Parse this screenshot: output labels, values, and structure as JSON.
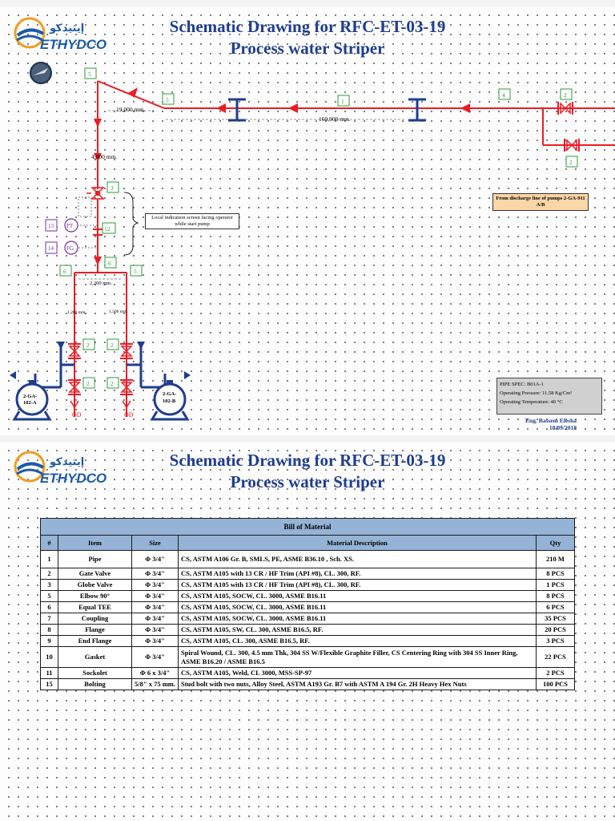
{
  "brand": {
    "name": "ETHYDCO",
    "arabic": "إيثيدكو"
  },
  "sheet1": {
    "title_line1": "Schematic Drawing for RFC-ET-03-19",
    "title_line2": "Process water Striper",
    "dims": {
      "d1": "19,000 mm.",
      "d2": "160,000 mm.",
      "d3": "4,000 mm.",
      "d4": "2,200 mm.",
      "d5": "1,200 mm.",
      "d6": "1,500 mm."
    },
    "tags": {
      "t_top": "5",
      "t_elbow": "5",
      "t_mid": "1",
      "t_right": "4",
      "t_pump_top": "2",
      "t_pump_bot": "2",
      "t_valve": "3",
      "t_coupling": "12",
      "t_tee_left": "6",
      "t_tee_mid": "6",
      "t_tee_right": "5",
      "t_lv_a": "2",
      "t_lv_b": "2",
      "t_lv_c": "2",
      "t_lv_d": "2"
    },
    "instruments": {
      "pt_num": "13",
      "pt_label": "PT",
      "fg_num": "14",
      "fg_label": "FG"
    },
    "pumps": {
      "a": "2-GA-102-A",
      "b": "2-GA-102-B"
    },
    "drains": {
      "a": "OD",
      "b": "OD"
    },
    "note_local": "Local indication screen facing operator while start pump",
    "note_from": "From discharge line of pumps 2-GA-911 A/B",
    "pipe_spec": {
      "spec": "PIPE SPEC: B01A-1",
      "pressure": "Operating Pressure: 11.58 Kg/Cm²",
      "temperature": "Operating Temperature: 40 °C"
    },
    "signature": {
      "name": "Eng. Bassem Elesha",
      "date": "18/09/2018"
    }
  },
  "sheet2": {
    "title_line1": "Schematic Drawing for RFC-ET-03-19",
    "title_line2": "Process water Striper",
    "table_caption": "Bill of Material",
    "headers": {
      "num": "#",
      "item": "Item",
      "size": "Size",
      "desc": "Material Description",
      "qty": "Qty"
    },
    "rows": [
      {
        "num": "1",
        "item": "Pipe",
        "size": "Φ 3/4\"",
        "desc": "CS, ASTM A106 Gr. B, SMLS, PE, ASME B36.10 , Sch. XS.",
        "qty": "210 M"
      },
      {
        "num": "2",
        "item": "Gate Valve",
        "size": "Φ 3/4\"",
        "desc": "CS, ASTM A105 with 13 CR / HF Trim (API #8), CL. 300, RF.",
        "qty": "8 PCS"
      },
      {
        "num": "3",
        "item": "Globe Valve",
        "size": "Φ 3/4\"",
        "desc": "CS, ASTM A105 with 13 CR / HF Trim (API #8), CL. 300, RF.",
        "qty": "1 PCS"
      },
      {
        "num": "5",
        "item": "Elbow 90°",
        "size": "Φ 3/4\"",
        "desc": "CS, ASTM A105, SOCW, CL. 3000, ASME B16.11",
        "qty": "8 PCS"
      },
      {
        "num": "6",
        "item": "Equal TEE",
        "size": "Φ 3/4\"",
        "desc": "CS, ASTM A105, SOCW, CL. 3000, ASME B16.11",
        "qty": "6 PCS"
      },
      {
        "num": "7",
        "item": "Coupling",
        "size": "Φ 3/4\"",
        "desc": "CS, ASTM A105, SOCW, CL. 3000, ASME B16.11",
        "qty": "35 PCS"
      },
      {
        "num": "8",
        "item": "Flange",
        "size": "Φ 3/4\"",
        "desc": "CS, ASTM A105, SW, CL. 300, ASME B16.5, RF.",
        "qty": "20 PCS"
      },
      {
        "num": "9",
        "item": "End Flange",
        "size": "Φ 3/4\"",
        "desc": "CS, ASTM A105, CL. 300, ASME B16.5, RF.",
        "qty": "3 PCS"
      },
      {
        "num": "10",
        "item": "Gasket",
        "size": "Φ 3/4\"",
        "desc": "Spiral Wound, CL. 300, 4.5 mm Thk, 304 SS W/Flexible Graphite Filler, CS Centering Ring with 304 SS Inner Ring, ASME B16.20 / ASME B16.5",
        "qty": "22 PCS"
      },
      {
        "num": "11",
        "item": "Sockolet",
        "size": "Φ 6 x 3/4\"",
        "desc": "CS, ASTM A105, Weld, CL 3000, MSS-SP-97",
        "qty": "2 PCS"
      },
      {
        "num": "15",
        "item": "Bolting",
        "size": "5/8\" x 75 mm.",
        "desc": "Stud bolt with two nuts, Alloy Steel, ASTM A193 Gr. B7 with ASTM A 194 Gr. 2H Heavy Hex Nuts",
        "qty": "100 PCS"
      }
    ]
  },
  "colors": {
    "title": "#1f3d8f",
    "pipe": "#ee1b24",
    "tag_border": "#2c9a3a",
    "table_header": "#95b3d7",
    "note_fill": "#fbd6a6",
    "spec_fill": "#d0d0d0"
  }
}
